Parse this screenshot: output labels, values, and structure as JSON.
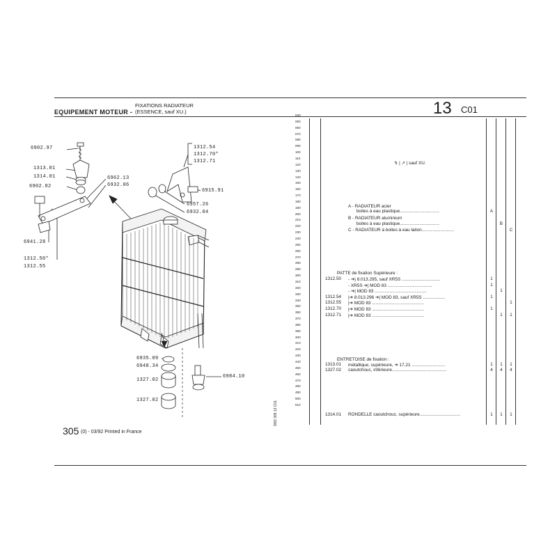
{
  "header": {
    "title": "EQUIPEMENT MOTEUR -",
    "subtitle_line1": "FIXATIONS RADIATEUR",
    "subtitle_line2": "(ESSENCE, sauf XU.)",
    "group_number": "13",
    "section_code": "C01"
  },
  "callouts": {
    "p6902_97": "6902.97",
    "p1313_01": "1313.01",
    "p1314_01": "1314.01",
    "p6902_82": "6902.82",
    "p6941_28": "6941.28",
    "p1312_50": "1312.50*",
    "p1312_55": "1312.55",
    "p6962_13": "6962.13",
    "p6932_06": "6932.06",
    "p1312_54": "1312.54",
    "p1312_70": "1312.70*",
    "p1312_71": "1312.71",
    "p6915_91": "6915.91",
    "p6957_26": "6957.26",
    "p6932_04": "6932.04",
    "p6935_09": "6935.09",
    "p6948_34": "6948.34",
    "p1327_02a": "1327.02",
    "p1327_02b": "1327.02",
    "p6984_10": "6984.10"
  },
  "footer": {
    "model": "305",
    "print_info": "(0) - 03/92 Printed in France",
    "vertical_code": "9/82 305 13 C01"
  },
  "row_numbers": [
    "040",
    "050",
    "060",
    "070",
    "080",
    "090",
    "100",
    "110",
    "120",
    "130",
    "140",
    "150",
    "160",
    "170",
    "180",
    "190",
    "200",
    "210",
    "220",
    "230",
    "240",
    "250",
    "260",
    "270",
    "280",
    "290",
    "300",
    "310",
    "320",
    "330",
    "340",
    "350",
    "360",
    "370",
    "380",
    "390",
    "400",
    "410",
    "420",
    "430",
    "440",
    "450",
    "460",
    "470",
    "480",
    "490",
    "500",
    "510"
  ],
  "notes": {
    "top_note": "↯ | ↗ | sauf XU."
  },
  "variants": [
    {
      "line1": "A - RADIATEUR acier",
      "line2": "boites à eau plastique................................",
      "col": "A"
    },
    {
      "line1": "B - RADIATEUR aluminium",
      "line2": "boites à eau plastique................................",
      "col": "B"
    },
    {
      "line1": "C - RADIATEUR à boites à eau laiton..........................",
      "line2": "",
      "col": "C"
    }
  ],
  "group1": {
    "heading": "PATTE de fixation Supérieure :",
    "rows": [
      {
        "ref": "1312.50",
        "desc": "- ➔| 8.013.295, sauf XR5S ...............................",
        "a": "1",
        "b": "",
        "c": ""
      },
      {
        "ref": "",
        "desc": "- XR5S ➔| MOD 83 ....................................",
        "a": "1",
        "b": "",
        "c": ""
      },
      {
        "ref": "",
        "desc": "- ➔| MOD 83 ..........................................",
        "a": "",
        "b": "1",
        "c": ""
      },
      {
        "ref": "1312.54",
        "desc": "|➔ 8.013.296 ➔| MOD 83, sauf XR5S ..................",
        "a": "1",
        "b": "",
        "c": ""
      },
      {
        "ref": "1312.55",
        "desc": "|➔ MOD 83 ..........................................",
        "a": "",
        "b": "",
        "c": "1"
      },
      {
        "ref": "1312.70",
        "desc": "|➔ MOD 83 ..........................................",
        "a": "1",
        "b": "",
        "c": ""
      },
      {
        "ref": "1312.71",
        "desc": "|➔ MOD 83 ..........................................",
        "a": "",
        "b": "1",
        "c": "1"
      }
    ]
  },
  "group2": {
    "heading": "ENTRETOISE de fixation :",
    "rows": [
      {
        "ref": "1313.01",
        "desc": "métallique, supérieure, ➔ 17,21 ...........................",
        "a": "1",
        "b": "1",
        "c": "1"
      },
      {
        "ref": "1327.02",
        "desc": "caoutchouc, inférieure............................................",
        "a": "4",
        "b": "4",
        "c": "4"
      }
    ]
  },
  "group3": {
    "rows": [
      {
        "ref": "1314.01",
        "desc": "RONDELLE caoutchouc, supérieure.................................",
        "a": "1",
        "b": "1",
        "c": "1"
      }
    ]
  }
}
